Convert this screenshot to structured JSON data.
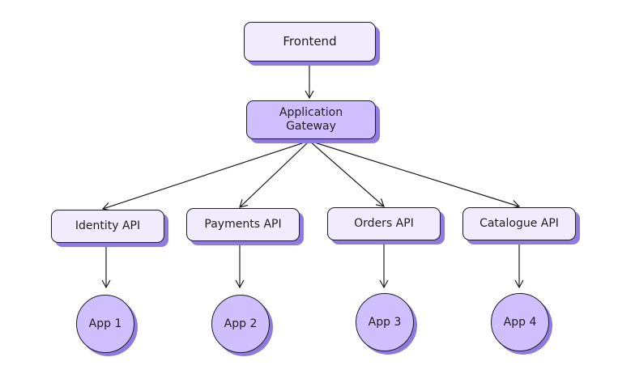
{
  "diagram": {
    "colors": {
      "node_fill": "#f1ecfd",
      "highlight_fill": "#d0bfff",
      "shadow": "#8f7be0",
      "stroke": "#1e1e1e"
    },
    "frontend": {
      "label": "Frontend"
    },
    "gateway": {
      "label": "Application\nGateway"
    },
    "apis": [
      {
        "label": "Identity API"
      },
      {
        "label": "Payments API"
      },
      {
        "label": "Orders API"
      },
      {
        "label": "Catalogue API"
      }
    ],
    "apps": [
      {
        "label": "App 1"
      },
      {
        "label": "App 2"
      },
      {
        "label": "App 3"
      },
      {
        "label": "App 4"
      }
    ]
  }
}
